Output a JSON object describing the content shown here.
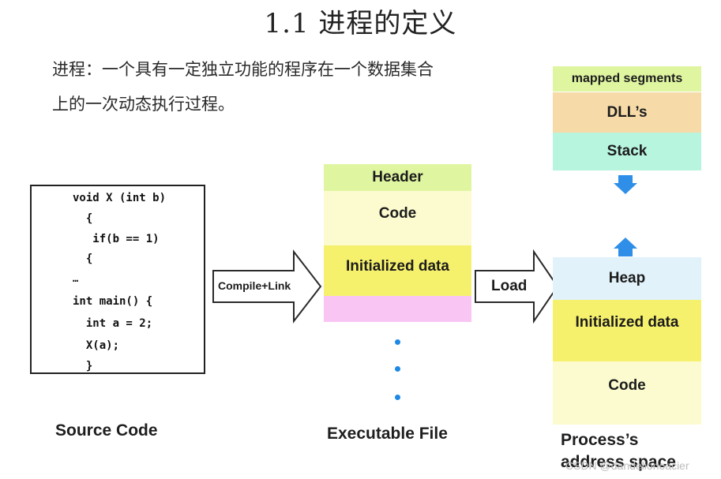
{
  "slide": {
    "title": "1.1  进程的定义",
    "definition_line1": "进程：一个具有一定独立功能的程序在一个数据集合",
    "definition_line2": "上的一次动态执行过程。"
  },
  "source_code": {
    "lines": [
      "void X (int b)",
      "  {",
      "   if(b == 1)",
      "  {",
      "…",
      "int main() {",
      "  int a = 2;",
      "  X(a);",
      "  }"
    ],
    "caption": "Source Code"
  },
  "arrows": {
    "compile_label": "Compile+Link",
    "load_label": "Load"
  },
  "executable": {
    "header": "Header",
    "code": "Code",
    "init_data": "Initialized data",
    "caption": "Executable File"
  },
  "process": {
    "mapped": "mapped segments",
    "dll": "DLL’s",
    "stack": "Stack",
    "heap": "Heap",
    "init_data": "Initialized data",
    "code": "Code",
    "caption_line1": "Process’s",
    "caption_line2": "address space"
  },
  "colors": {
    "header_green": "#dff5a0",
    "code_yellow": "#fbfbcf",
    "init_data_yellow": "#f6f16d",
    "pink": "#f9c6f4",
    "dll_orange": "#f6dba9",
    "stack_teal": "#b8f5df",
    "heap_blue": "#e1f2fa",
    "arrow_blue": "#2f8fe8"
  },
  "watermark": "CSDN @dandelionoacier"
}
